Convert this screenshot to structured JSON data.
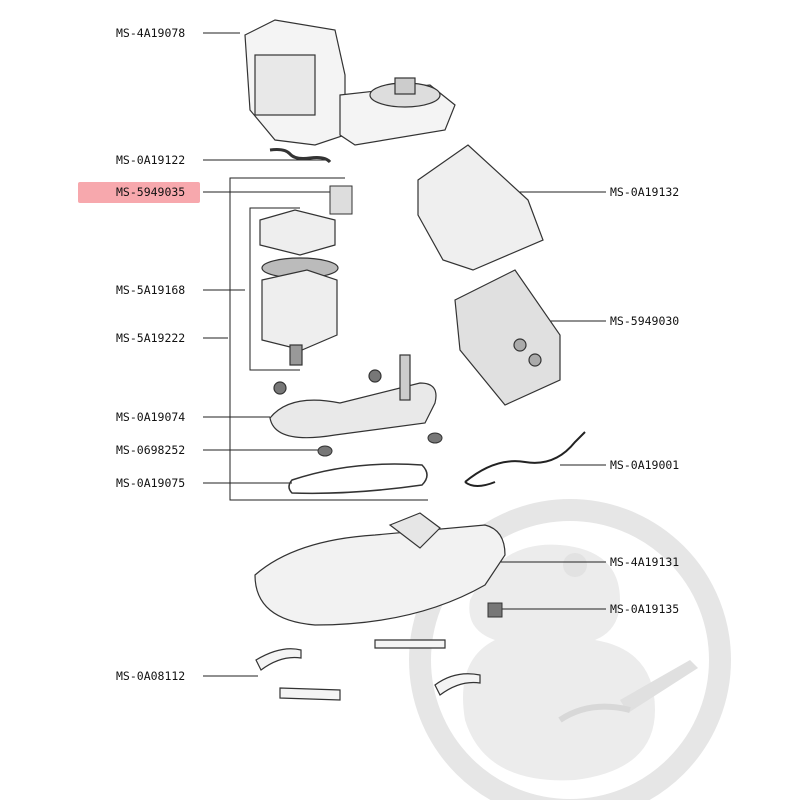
{
  "diagram": {
    "highlight_color": "#f7a8ad",
    "watermark_color": "#e8e8e8",
    "line_color": "#222222",
    "highlighted_part": "MS-5949035",
    "labels": {
      "left": [
        "MS-4A19078",
        "MS-0A19122",
        "MS-5949035",
        "MS-5A19168",
        "MS-5A19222",
        "MS-0A19074",
        "MS-0698252",
        "MS-0A19075",
        "MS-0A08112"
      ],
      "right": [
        "MS-0A19132",
        "MS-5949030",
        "MS-0A19001",
        "MS-4A19131",
        "MS-0A19135"
      ]
    }
  }
}
